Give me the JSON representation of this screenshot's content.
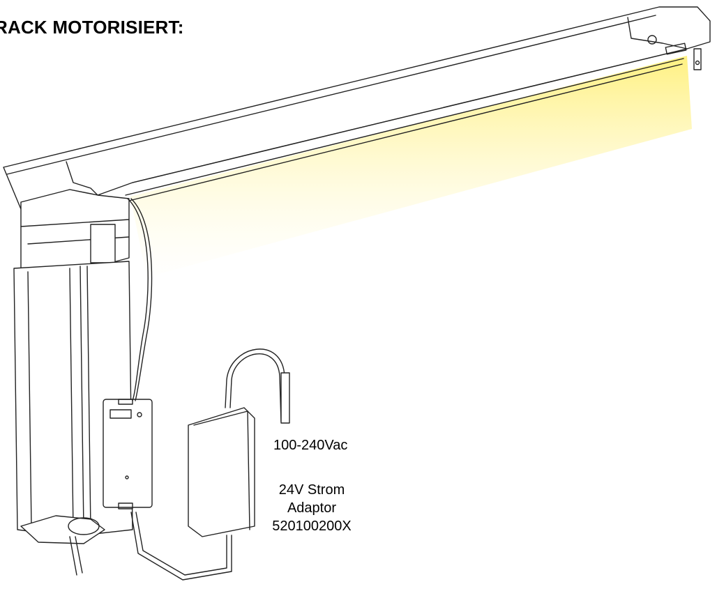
{
  "title": "RACK MOTORISIERT:",
  "labels": {
    "input_voltage": "100-240Vac",
    "adaptor_line1": "24V Strom",
    "adaptor_line2": "Adaptor",
    "adaptor_part_no": "520100200X"
  },
  "colors": {
    "line": "#222222",
    "light": "#fff4a8",
    "background": "#ffffff"
  }
}
